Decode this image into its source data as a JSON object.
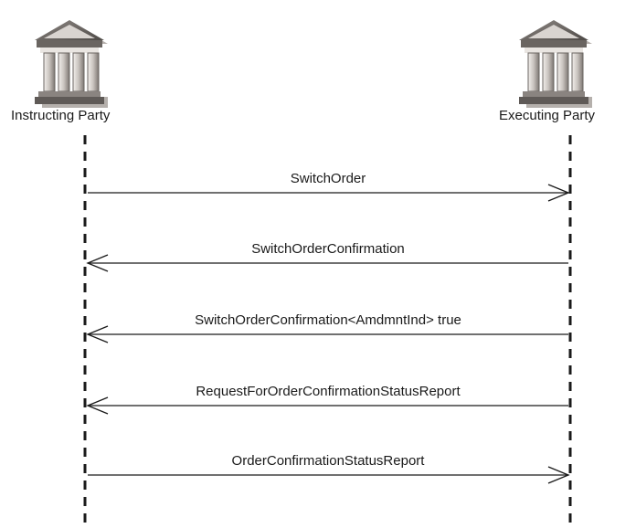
{
  "participants": {
    "left": {
      "label": "Instructing Party",
      "icon": "bank-building-icon"
    },
    "right": {
      "label": "Executing Party",
      "icon": "bank-building-icon"
    }
  },
  "messages": [
    {
      "label": "SwitchOrder",
      "direction": "right"
    },
    {
      "label": "SwitchOrderConfirmation",
      "direction": "left"
    },
    {
      "label": "SwitchOrderConfirmation<AmdmntInd> true",
      "direction": "left"
    },
    {
      "label": "RequestForOrderConfirmationStatusReport",
      "direction": "left"
    },
    {
      "label": "OrderConfirmationStatusReport",
      "direction": "right"
    }
  ],
  "colors": {
    "line": "#1a1a1a",
    "icon_dark": "#5f5a57",
    "icon_light": "#b9b3ae"
  }
}
